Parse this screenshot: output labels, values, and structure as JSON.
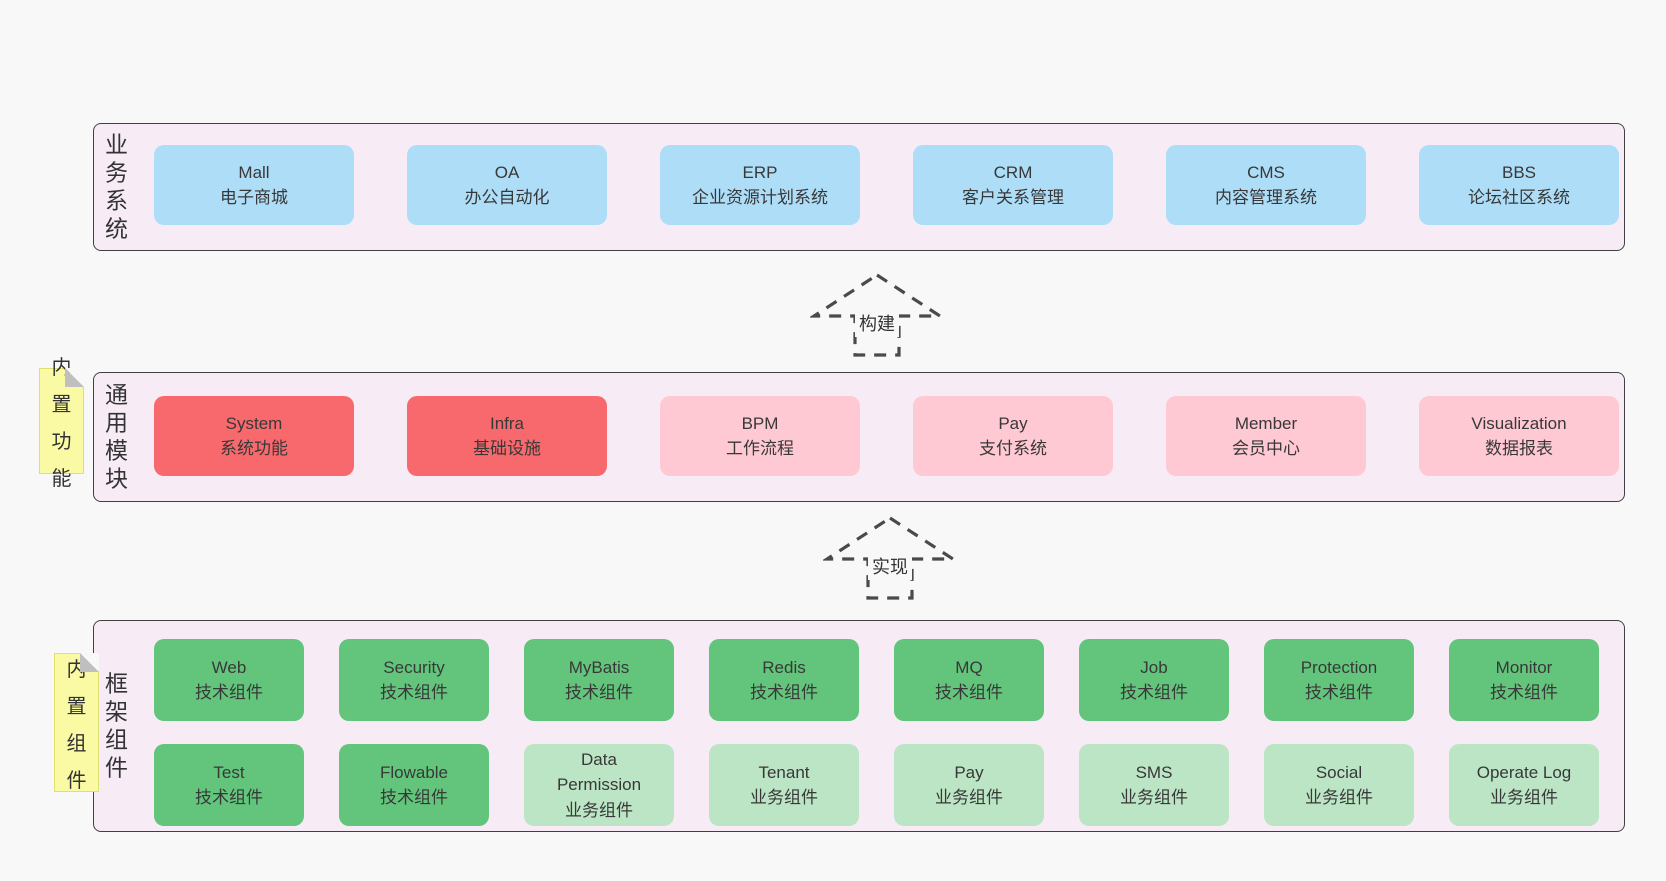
{
  "colors": {
    "page_bg": "#f8f8f8",
    "layer_bg": "#f7ecf6",
    "layer_border": "#404040",
    "blue": "#aeddf8",
    "red": "#f7696d",
    "pink": "#ffc9d3",
    "green": "#62c57b",
    "lightgreen": "#bbe5c4",
    "note_bg": "#fafaa5",
    "note_fold": "#bfbfbf",
    "text": "#383838"
  },
  "arrows": [
    {
      "label": "构建"
    },
    {
      "label": "实现"
    }
  ],
  "layers": [
    {
      "id": "business-systems",
      "label": "业务系统",
      "note": null,
      "rows": [
        [
          {
            "name": "Mall",
            "desc": "电子商城",
            "color": "blue"
          },
          {
            "name": "OA",
            "desc": "办公自动化",
            "color": "blue"
          },
          {
            "name": "ERP",
            "desc": "企业资源计划系统",
            "color": "blue"
          },
          {
            "name": "CRM",
            "desc": "客户关系管理",
            "color": "blue"
          },
          {
            "name": "CMS",
            "desc": "内容管理系统",
            "color": "blue"
          },
          {
            "name": "BBS",
            "desc": "论坛社区系统",
            "color": "blue"
          }
        ]
      ]
    },
    {
      "id": "common-modules",
      "label": "通用模块",
      "note": "内置功能",
      "rows": [
        [
          {
            "name": "System",
            "desc": "系统功能",
            "color": "red"
          },
          {
            "name": "Infra",
            "desc": "基础设施",
            "color": "red"
          },
          {
            "name": "BPM",
            "desc": "工作流程",
            "color": "pink"
          },
          {
            "name": "Pay",
            "desc": "支付系统",
            "color": "pink"
          },
          {
            "name": "Member",
            "desc": "会员中心",
            "color": "pink"
          },
          {
            "name": "Visualization",
            "desc": "数据报表",
            "color": "pink"
          }
        ]
      ]
    },
    {
      "id": "framework-components",
      "label": "框架组件",
      "note": "内置组件",
      "rows": [
        [
          {
            "name": "Web",
            "desc": "技术组件",
            "color": "green"
          },
          {
            "name": "Security",
            "desc": "技术组件",
            "color": "green"
          },
          {
            "name": "MyBatis",
            "desc": "技术组件",
            "color": "green"
          },
          {
            "name": "Redis",
            "desc": "技术组件",
            "color": "green"
          },
          {
            "name": "MQ",
            "desc": "技术组件",
            "color": "green"
          },
          {
            "name": "Job",
            "desc": "技术组件",
            "color": "green"
          },
          {
            "name": "Protection",
            "desc": "技术组件",
            "color": "green"
          },
          {
            "name": "Monitor",
            "desc": "技术组件",
            "color": "green"
          }
        ],
        [
          {
            "name": "Test",
            "desc": "技术组件",
            "color": "green"
          },
          {
            "name": "Flowable",
            "desc": "技术组件",
            "color": "green"
          },
          {
            "name": "Data Permission",
            "desc": "业务组件",
            "color": "lightgreen"
          },
          {
            "name": "Tenant",
            "desc": "业务组件",
            "color": "lightgreen"
          },
          {
            "name": "Pay",
            "desc": "业务组件",
            "color": "lightgreen"
          },
          {
            "name": "SMS",
            "desc": "业务组件",
            "color": "lightgreen"
          },
          {
            "name": "Social",
            "desc": "业务组件",
            "color": "lightgreen"
          },
          {
            "name": "Operate Log",
            "desc": "业务组件",
            "color": "lightgreen"
          }
        ]
      ]
    }
  ]
}
